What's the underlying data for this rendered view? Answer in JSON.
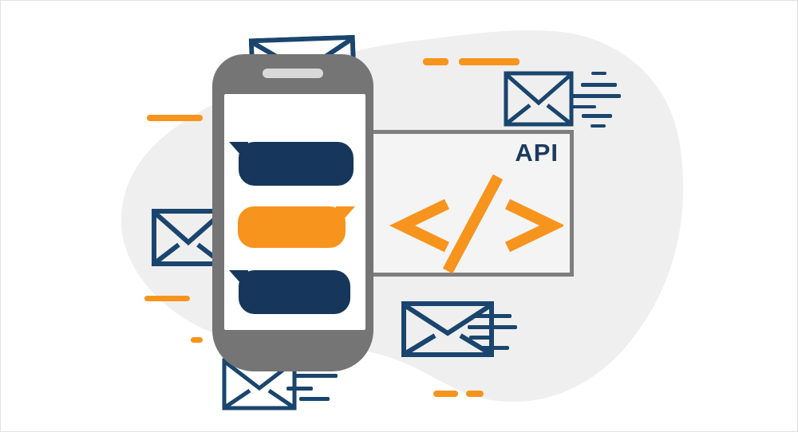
{
  "illustration": {
    "description": "SMS messaging API concept illustration",
    "api_box": {
      "label": "API"
    },
    "phone": {
      "bubble_order": [
        "navy-left",
        "orange-right",
        "navy-left"
      ]
    },
    "colors": {
      "navy_stroke": "#1a456e",
      "bubble_navy": "#16365c",
      "orange": "#f7941d",
      "phone_gray": "#757575",
      "speaker_gray": "#d9d9d9",
      "blob_gray": "#efefef",
      "api_box_fill": "#f4f4f4",
      "api_box_border": "#7e7e7e",
      "api_text_navy": "#1b3a5e",
      "background": "#ffffff"
    },
    "icons": {
      "smartphone-icon": "📱",
      "speech-bubble-icon": "💬",
      "code-icon": "</>",
      "envelope-icon": "✉",
      "speed-lines-icon": "≡",
      "dash-icon": "–"
    },
    "counts": {
      "envelopes": 5,
      "chat_bubbles": 3,
      "orange_dashes": 7
    }
  }
}
